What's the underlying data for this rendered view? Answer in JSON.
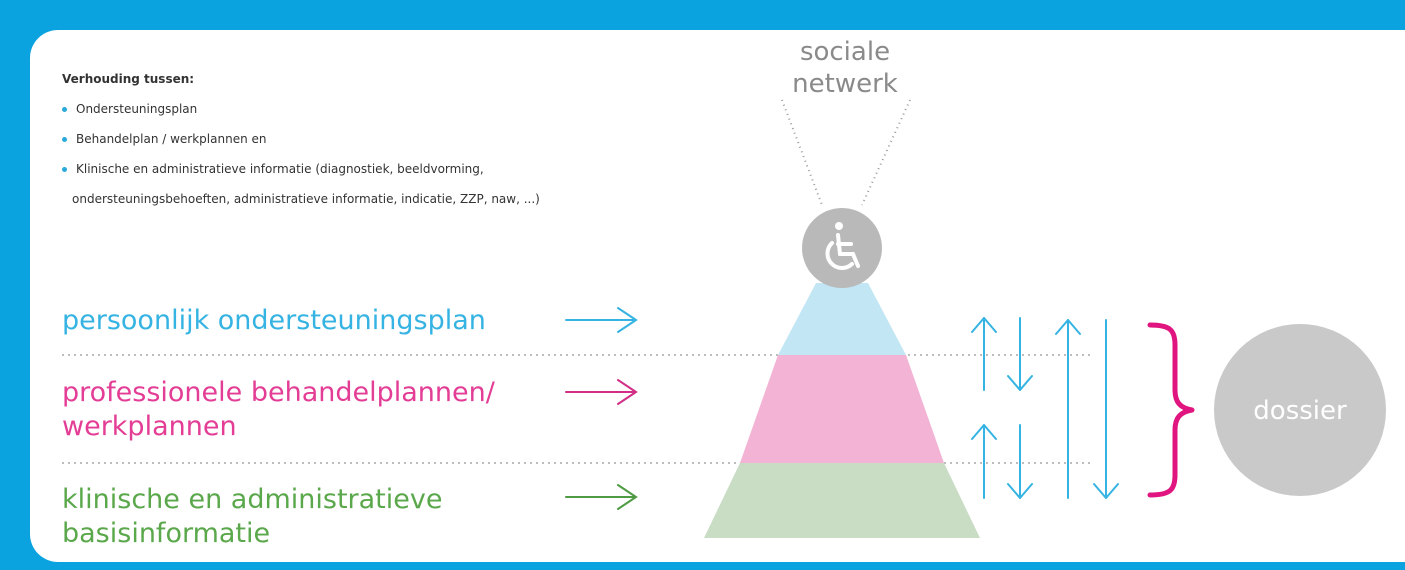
{
  "intro": {
    "title": "Verhouding tussen:",
    "items": [
      "Ondersteuningsplan",
      "Behandelplan / werkplannen en",
      "Klinische en administratieve informatie (diagnostiek, beeldvorming,"
    ],
    "item3_continuation": "ondersteuningsbehoeften, administratieve informatie, indicatie, ZZP, naw, ...)"
  },
  "levels": {
    "support_plan": "persoonlijk ondersteuningsplan",
    "treatment_plans_line1": "professionele behandelplannen/",
    "treatment_plans_line2": "werkplannen",
    "basic_info_line1": "klinische en administratieve",
    "basic_info_line2": "basisinformatie"
  },
  "network": {
    "line1": "sociale",
    "line2": "netwerk"
  },
  "dossier": "dossier",
  "icons": {
    "person": "wheelchair-icon",
    "arrows": "arrow-right-icon"
  },
  "colors": {
    "frame": "#0aa3e0",
    "blue": "#35b3e2",
    "pink": "#e33d95",
    "green": "#5aa84b",
    "brace": "#e0157f",
    "grey": "#c9c9c9"
  }
}
